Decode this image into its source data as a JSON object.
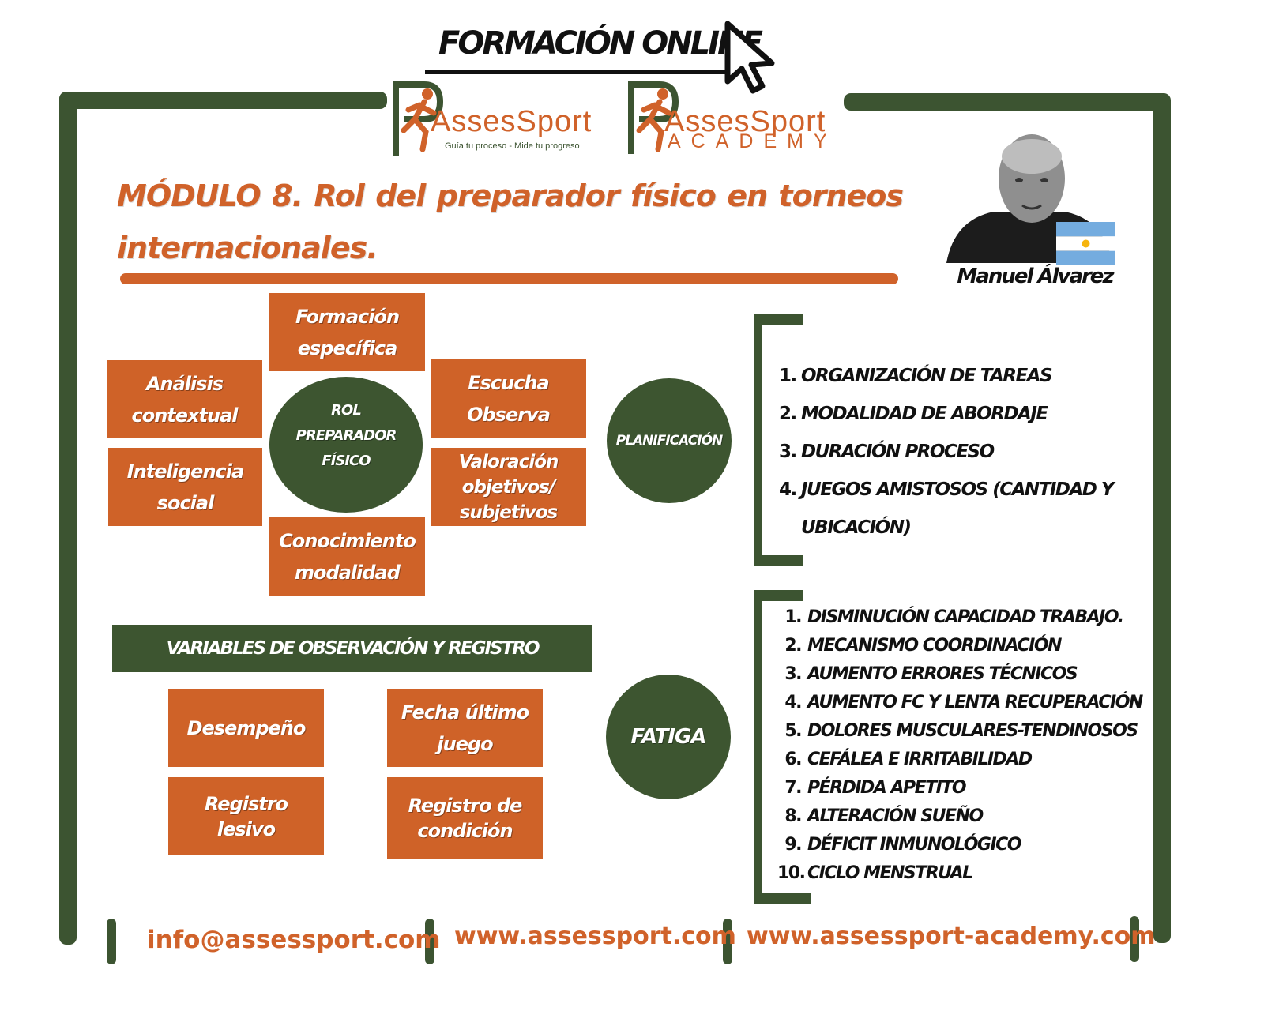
{
  "header": {
    "title": "FORMACIÓN ONLINE",
    "cursor_icon": "cursor-arrow-icon"
  },
  "logos": {
    "assessport": {
      "text": "AssesSport",
      "tagline": "Guía tu proceso - Mide tu progreso"
    },
    "academy": {
      "text": "AssesSport",
      "sub": "ACADEMY"
    }
  },
  "module": {
    "title": "MÓDULO 8. Rol del preparador físico en torneos internacionales."
  },
  "author": {
    "name": "Manuel Álvarez",
    "flag_icon": "argentina-flag-icon"
  },
  "role_diagram": {
    "center": "ROL PREPARADOR FÍSICO",
    "items": {
      "top": "Formación específica",
      "left_top": "Análisis contextual",
      "left_bottom": "Inteligencia social",
      "right_top": "Escucha Observa",
      "right_bottom": "Valoración objetivos/ subjetivos",
      "bottom": "Conocimiento modalidad"
    }
  },
  "planificacion": {
    "label": "PLANIFICACIÓN",
    "items": [
      {
        "num": "1.",
        "text": "ORGANIZACIÓN DE TAREAS"
      },
      {
        "num": "2.",
        "text": "MODALIDAD DE ABORDAJE"
      },
      {
        "num": "3.",
        "text": "DURACIÓN PROCESO"
      },
      {
        "num": "4.",
        "text": "JUEGOS AMISTOSOS (CANTIDAD Y",
        "cont": "UBICACIÓN)"
      }
    ]
  },
  "variables": {
    "banner": "VARIABLES DE OBSERVACIÓN Y REGISTRO",
    "items": [
      "Desempeño",
      "Fecha último juego",
      "Registro lesivo",
      "Registro de condición"
    ]
  },
  "fatiga": {
    "label": "FATIGA",
    "items": [
      {
        "num": "1.",
        "text": "DISMINUCIÓN CAPACIDAD TRABAJO."
      },
      {
        "num": "2.",
        "text": "MECANISMO COORDINACIÓN"
      },
      {
        "num": "3.",
        "text": "AUMENTO ERRORES TÉCNICOS"
      },
      {
        "num": "4.",
        "text": "AUMENTO FC Y LENTA RECUPERACIÓN"
      },
      {
        "num": "5.",
        "text": "DOLORES MUSCULARES-TENDINOSOS"
      },
      {
        "num": "6.",
        "text": "CEFÁLEA E IRRITABILIDAD"
      },
      {
        "num": "7.",
        "text": "PÉRDIDA APETITO"
      },
      {
        "num": "8.",
        "text": "ALTERACIÓN SUEÑO"
      },
      {
        "num": "9.",
        "text": "DÉFICIT INMUNOLÓGICO"
      },
      {
        "num": "10.",
        "text": "CICLO MENSTRUAL"
      }
    ]
  },
  "footer": {
    "email": "info@assessport.com",
    "site1": "www.assessport.com",
    "site2": "www.assessport-academy.com"
  },
  "colors": {
    "orange": "#cf6228",
    "green": "#3c5431"
  }
}
